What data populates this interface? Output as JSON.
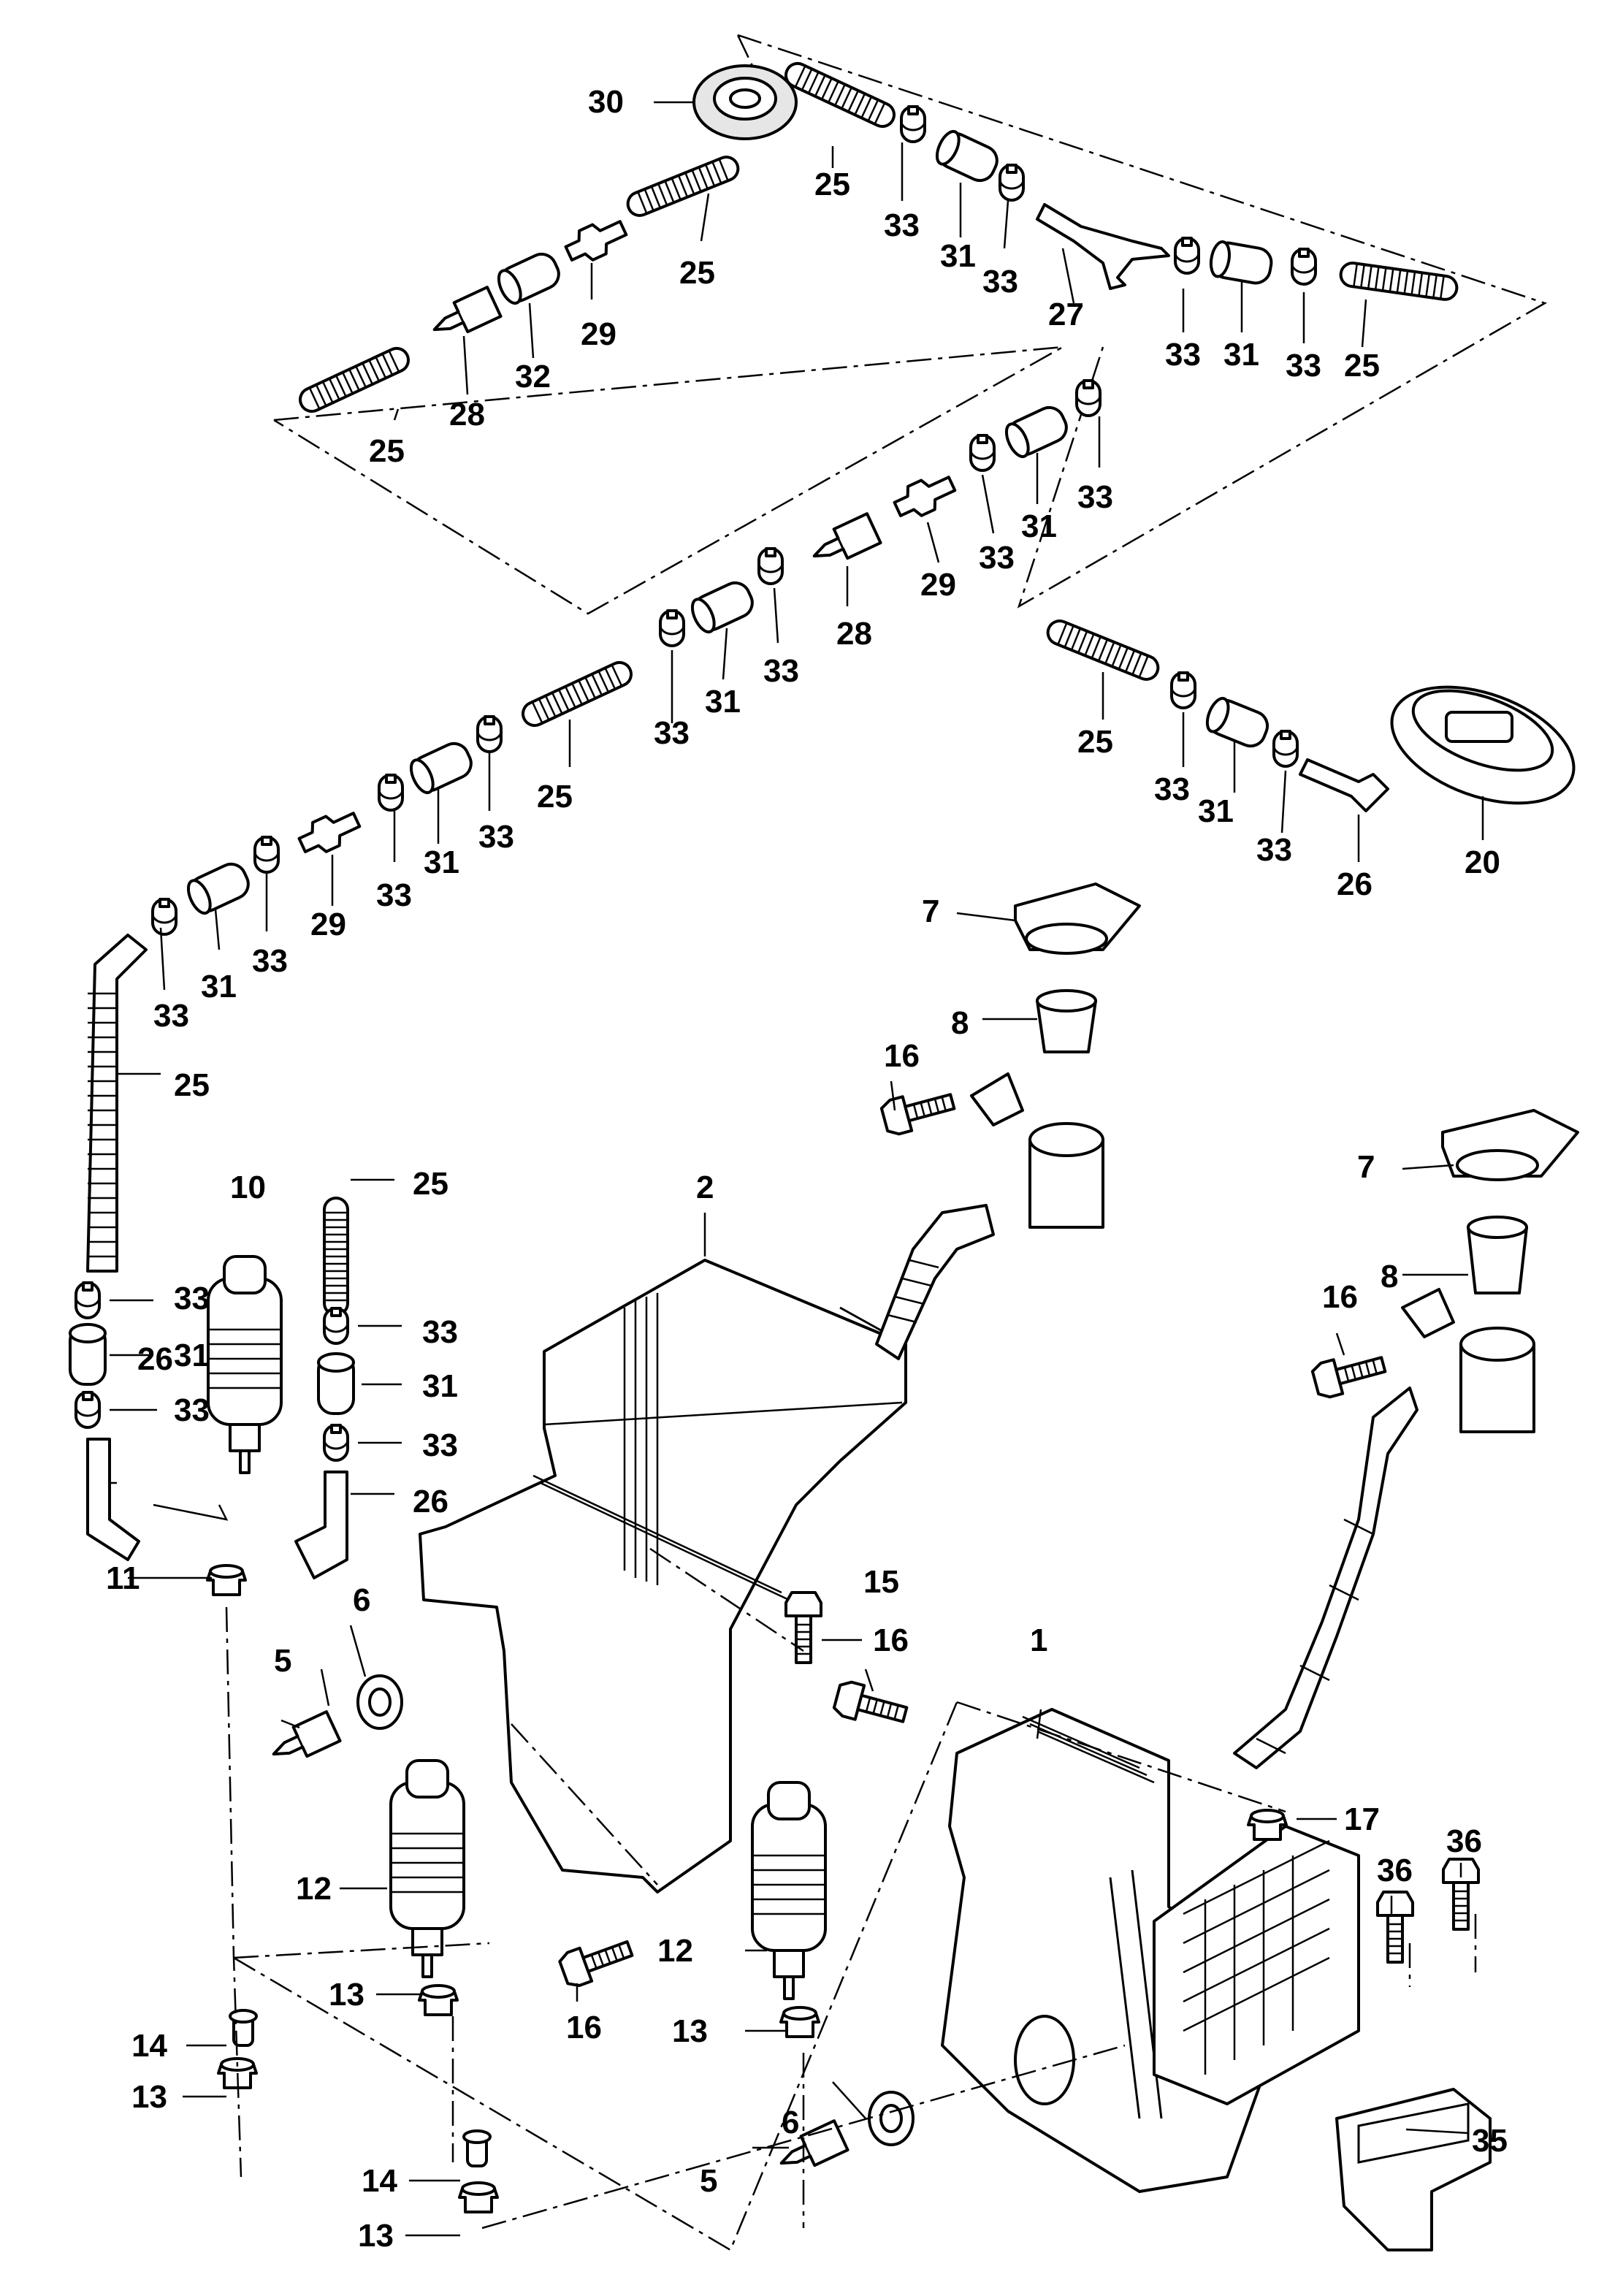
{
  "labels": {
    "p1": "1",
    "p2": "2",
    "p5": "5",
    "p6": "6",
    "p7": "7",
    "p8": "8",
    "p10": "10",
    "p11": "11",
    "p12": "12",
    "p13": "13",
    "p14": "14",
    "p15": "15",
    "p16": "16",
    "p17": "17",
    "p20": "20",
    "p25": "25",
    "p26": "26",
    "p27": "27",
    "p28": "28",
    "p29": "29",
    "p30": "30",
    "p31": "31",
    "p32": "32",
    "p33": "33",
    "p35": "35",
    "p36": "36"
  }
}
